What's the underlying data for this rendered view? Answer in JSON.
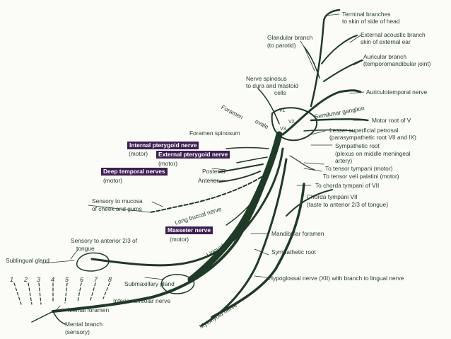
{
  "diagram": {
    "labels": {
      "terminal_branches": [
        "Terminal branches",
        "to skin of side of head"
      ],
      "glandular_branch": [
        "Glandular branch",
        "(to parotid)"
      ],
      "external_acoustic_branch": [
        "External acoustic branch",
        "skin of external ear"
      ],
      "auricular_branch": [
        "Auricular branch",
        "(temporomandibular joint)"
      ],
      "nerve_spinosus": [
        "Nerve spinosus",
        "to dura and mastoid",
        "cells"
      ],
      "auriculotemporal_nerve": "Auriculotemporal nerve",
      "foramen_ovale_1": "Foramen",
      "foramen_ovale_2": "ovale",
      "semilunar_ganglion": [
        "Semilunar ganglion"
      ],
      "v1": "V1",
      "v2": "V2",
      "v3": "V3",
      "motor_root_of_v": "Motor root of V",
      "lesser_superficial_petrosal": [
        "Lesser superficial petrosal",
        "(parasympathetic root  VII and IX)"
      ],
      "foramen_spinosum": "Foramen spinosum",
      "sympathetic_root_upper": [
        "Sympathetic root",
        "(plexus on middle meningeal",
        "artery)"
      ],
      "internal_pterygoid_nerve": "Internal pterygoid nerve",
      "internal_motor": "(motor)",
      "external_pterygoid_nerve": "External pterygoid nerve",
      "external_motor": "(motor)",
      "to_tensor_tympani": "To tensor tympani (motor)",
      "to_tensor_veli_palatini": "To tensor veli palatini (motor)",
      "deep_temporal_nerves": "Deep temporal nerves",
      "deep_motor": "(motor)",
      "posterior": "Posterior",
      "anterior": "Anterior",
      "to_chorda_tympani": "To chorda tympani of VII",
      "chorda_tympani": [
        "Chorda tympani VII",
        "(taste to anterior 2/3 of tongue)"
      ],
      "sensory_mucosa": [
        "Sensory to mucosa",
        "of cheek and gums"
      ],
      "long_buccal_nerve": "Long buccal nerve",
      "masseter_nerve": "Masseter nerve",
      "masseter_motor": "(motor)",
      "mandibular_foramen": "Mandibular foramen",
      "sensory_tongue": [
        "Sensory to anterior 2/3 of",
        "tongue"
      ],
      "lingual_nerve": "Lingual nerve",
      "sympathetic_root_lower": "Sympathetic root",
      "sublingual_gland": "Sublingual gland",
      "hypoglossal_nerve": "Hypoglossal nerve (XII) with branch to lingual nerve",
      "submaxillary_gland": "Submaxillary gland",
      "inferior_alveolar_nerve": "Inferior alveolar nerve",
      "mental_foramen": "Mental foramen",
      "mylohyoid_nerve": "Mylohyoid nerve",
      "mental_branch": [
        "Mental branch",
        "(sensory)"
      ]
    },
    "tooth_numbers": [
      "1",
      "2",
      "3",
      "4",
      "5",
      "6",
      "7",
      "8"
    ],
    "colors": {
      "ink": "#1f3a26",
      "highlight": "#3d1f52",
      "paper": "#fbfbf8"
    }
  }
}
